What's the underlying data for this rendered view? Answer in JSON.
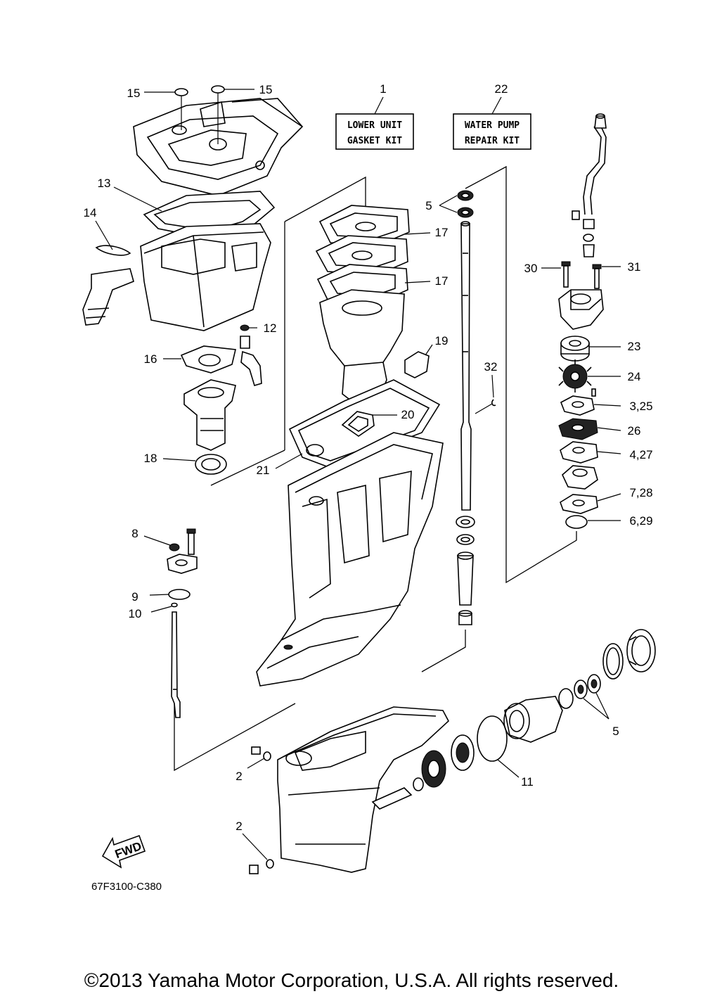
{
  "kits": [
    {
      "id": "lower-unit-gasket-kit",
      "callout": "1",
      "line1": "LOWER UNIT",
      "line2": "GASKET KIT"
    },
    {
      "id": "water-pump-repair-kit",
      "callout": "22",
      "line1": "WATER PUMP",
      "line2": "REPAIR KIT"
    }
  ],
  "callouts": {
    "c15a": "15",
    "c15b": "15",
    "c13": "13",
    "c14": "14",
    "c12": "12",
    "c16": "16",
    "c18": "18",
    "c5a": "5",
    "c17a": "17",
    "c17b": "17",
    "c19": "19",
    "c20": "20",
    "c21": "21",
    "c32": "32",
    "c30": "30",
    "c31": "31",
    "c23": "23",
    "c24": "24",
    "c3_25": "3,25",
    "c26": "26",
    "c4_27": "4,27",
    "c7_28": "7,28",
    "c6_29": "6,29",
    "c8": "8",
    "c9": "9",
    "c10": "10",
    "c5b": "5",
    "c11": "11",
    "c2a": "2",
    "c2b": "2"
  },
  "fwd_label": "FWD",
  "diagram_ref": "67F3100-C380",
  "copyright": "©2013 Yamaha Motor Corporation, U.S.A. All rights reserved."
}
